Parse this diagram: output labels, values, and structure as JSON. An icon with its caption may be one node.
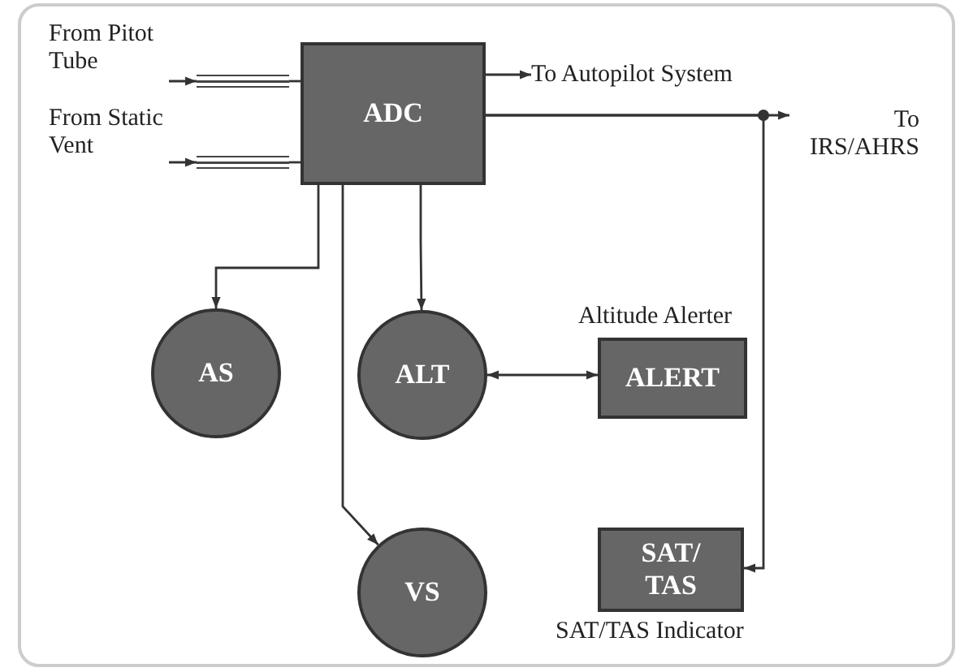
{
  "diagram": {
    "nodes": [
      {
        "text": [
          "From Pitot Tube"
        ]
      },
      {
        "text": [
          "From Static Vent"
        ]
      },
      {
        "text": [
          "ADC"
        ]
      },
      {
        "text": [
          "To Autopilot System"
        ]
      },
      {
        "text": [
          "To IRS/AHRS"
        ]
      },
      {
        "text": [
          "AS"
        ]
      },
      {
        "text": [
          "ALT"
        ]
      },
      {
        "text": [
          "ALERT"
        ],
        "beside": [
          "Altitude Alerter"
        ]
      },
      {
        "text": [
          "VS"
        ]
      },
      {
        "text": [
          "SAT/ TAS"
        ],
        "beside": [
          "SAT/TAS Indicator"
        ]
      },
      {
        "text": [],
        "shape": "bar"
      },
      {
        "text": [],
        "shape": "bar"
      }
    ],
    "edges": [
      {
        "from": 0,
        "to": 10,
        "arrow": "to"
      },
      {
        "from": 1,
        "to": 11,
        "arrow": "to"
      },
      {
        "from": 10,
        "to": 2,
        "arrow": "none"
      },
      {
        "from": 11,
        "to": 2,
        "arrow": "none"
      },
      {
        "from": 2,
        "to": 3,
        "arrow": "to"
      },
      {
        "from": 2,
        "to": 4,
        "arrow": "to"
      },
      {
        "from": 2,
        "to": 9,
        "arrow": "to"
      },
      {
        "from": 2,
        "to": 5,
        "arrow": "to"
      },
      {
        "from": 2,
        "to": 6,
        "arrow": "to"
      },
      {
        "from": 2,
        "to": 8,
        "arrow": "to"
      },
      {
        "from": 6,
        "to": 7,
        "arrow": "both"
      }
    ]
  }
}
